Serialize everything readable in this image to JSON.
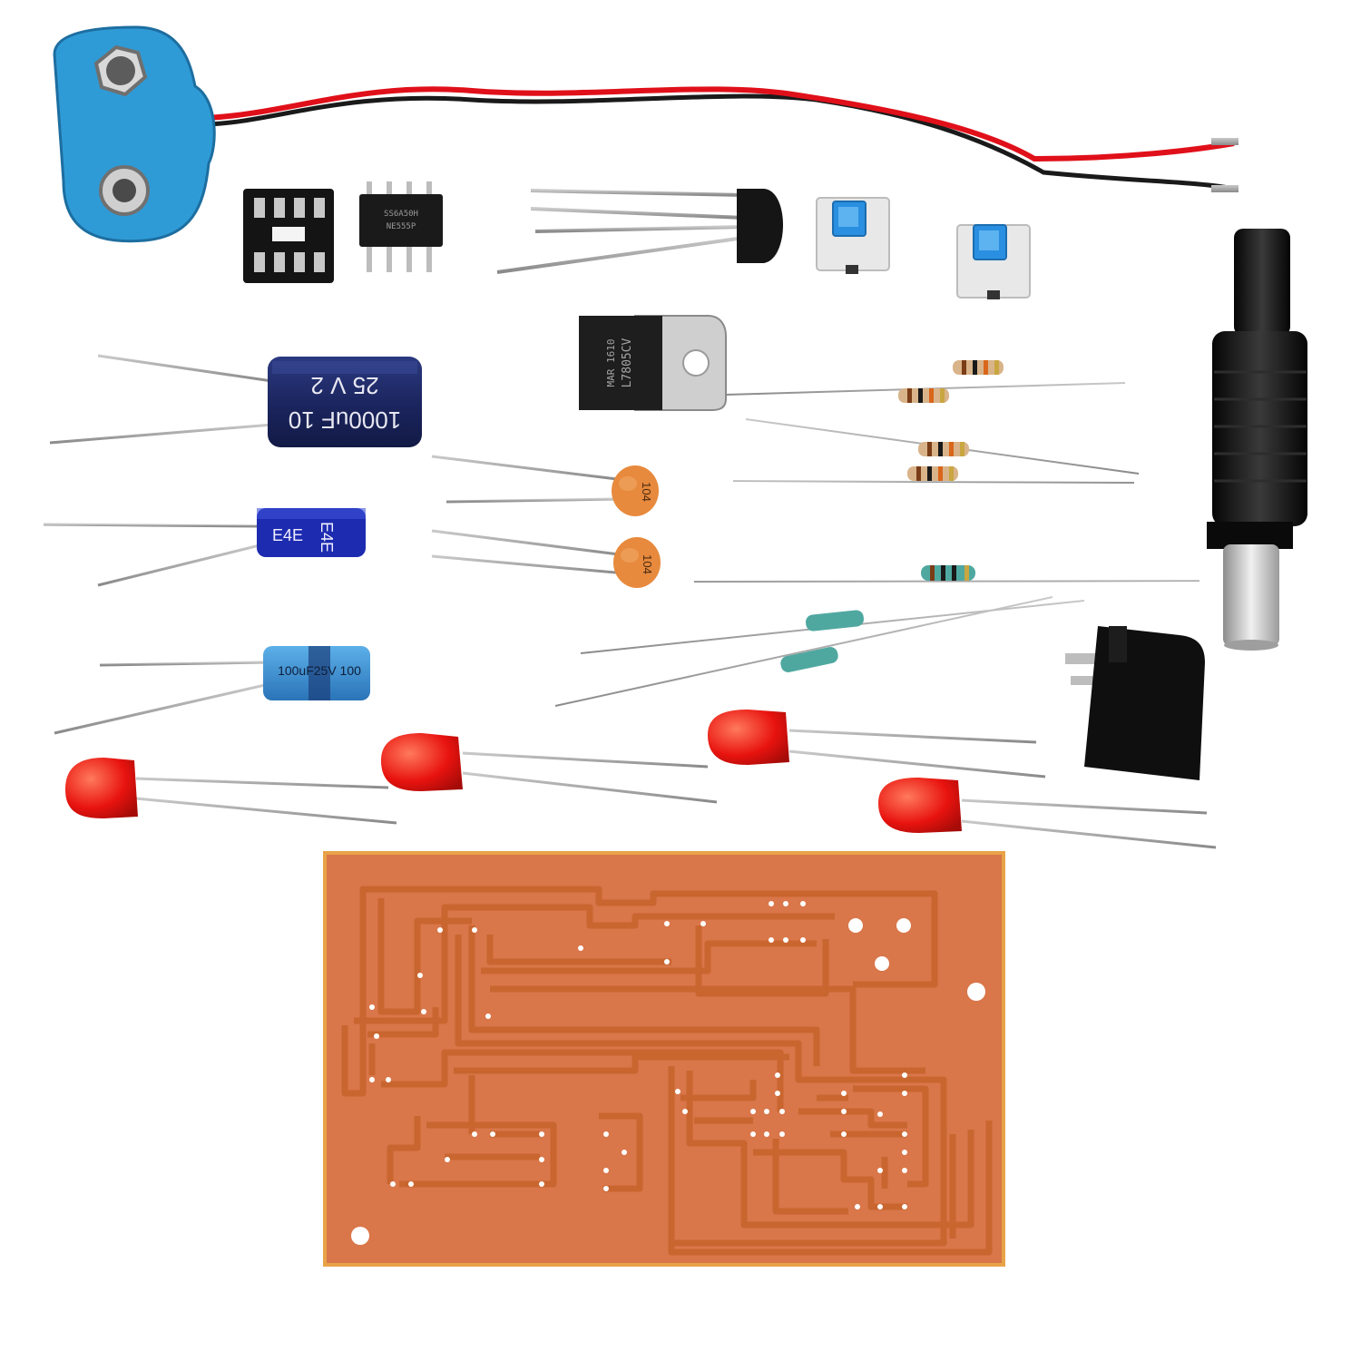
{
  "labels": {
    "cap_big_a": "1000uF 10",
    "cap_big_b": "25 V  2",
    "cap_mid": "E4E",
    "cap_small": "100uF25V 100",
    "ceramic_1": "104",
    "ceramic_2": "104",
    "ic_top": "SS6A50H",
    "ic_bottom": "NE555P",
    "regulator_a": "L7805CV",
    "regulator_b": "MAR 1610"
  },
  "colors": {
    "background": "#ffffff",
    "pcb_copper": "#d9764a",
    "pcb_trace": "#c9652f",
    "pcb_base": "#e8a347",
    "led_red": "#e8130f",
    "wire_red": "#e0101a",
    "wire_black": "#1a1a1a",
    "battery_clip_blue": "#2f9bd6",
    "cap_dark_blue": "#1f2a63",
    "cap_light_blue": "#3a8fd0",
    "ceramic_orange": "#e78a3d",
    "switch_blue": "#2a8fe0",
    "plug_black": "#111111"
  }
}
